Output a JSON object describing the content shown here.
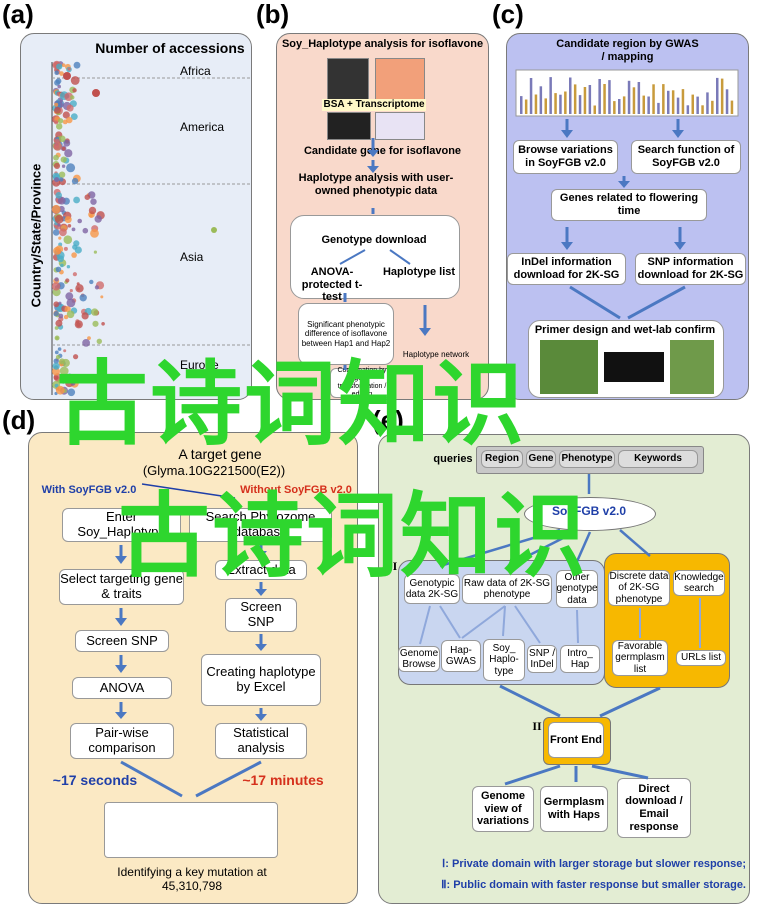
{
  "panel_labels": {
    "a": "(a)",
    "b": "(b)",
    "c": "(c)",
    "d": "(d)",
    "e": "(e)"
  },
  "panel_a": {
    "title": "Number of accessions",
    "ylabel": "Country/State/Province",
    "regions": [
      "Africa",
      "America",
      "Asia",
      "Europe"
    ]
  },
  "panel_b": {
    "title": "Soy_Haplotype analysis for isoflavone",
    "bsa": "BSA + Transcriptome",
    "candidate": "Candidate gene for isoflavone",
    "haplotype_analysis": "Haplotype analysis with user-owned phenotypic data",
    "genotype_download": "Genotype download",
    "anova": "ANOVA-protected t-test",
    "haplotype_list": "Haplotype list",
    "significant": "Significant phenotypic difference of isoflavone between Hap1 and Hap2",
    "haplotype_network": "Haplotype network",
    "confirm": "Confirmation by gene transformation / editing"
  },
  "panel_c": {
    "title": "Candidate region by GWAS / mapping",
    "browse": "Browse variations in SoyFGB v2.0",
    "search": "Search function of SoyFGB v2.0",
    "genes": "Genes related to flowering time",
    "indel": "InDel information download for 2K-SG",
    "snp": "SNP information download for 2K-SG",
    "primer": "Primer design and wet-lab confirm"
  },
  "panel_d": {
    "title": "A target gene",
    "gene": "(Glyma.10G221500(E2))",
    "left_head": "With SoyFGB v2.0",
    "right_head": "Without SoyFGB v2.0",
    "left_steps": [
      "Enter Soy_Haplotype",
      "Select targeting gene & traits",
      "Screen SNP",
      "ANOVA",
      "Pair-wise comparison"
    ],
    "right_steps": [
      "Search Phytozome database",
      "Extract data",
      "Screen SNP",
      "Creating haplotype by Excel",
      "Statistical analysis"
    ],
    "left_time": "~17 seconds",
    "right_time": "~17 minutes",
    "result": "Identifying a key mutation at 45,310,798"
  },
  "panel_e": {
    "queries": "queries",
    "query_items": [
      "Region",
      "Gene",
      "Phenotype",
      "Keywords"
    ],
    "soyfgb": "SoyFGB v2.0",
    "roman1": "I",
    "roman2": "II",
    "private_boxes": [
      "Genotypic data 2K-SG",
      "Raw data of 2K-SG phenotype",
      "Other genotype data"
    ],
    "tools": [
      "Genome Browse",
      "Hap-GWAS",
      "Soy_ Haplo-type",
      "SNP / InDel",
      "Intro_ Hap"
    ],
    "public_boxes": [
      "Discrete data of 2K-SG phenotype",
      "Knowledge search"
    ],
    "public_sub": [
      "Favorable germplasm list",
      "URLs list"
    ],
    "front_end": "Front End",
    "outputs": [
      "Genome view of variations",
      "Germplasm with Haps",
      "Direct download / Email response"
    ],
    "note1": "Ⅰ: Private domain with larger storage but slower response;",
    "note2": "Ⅱ: Public domain with faster response but smaller storage."
  },
  "watermark": "古诗词知识",
  "colors": {
    "panel_a_bg": "#e7edf7",
    "panel_b_bg": "#f9d9cb",
    "panel_c_bg": "#bcc1f1",
    "panel_d_bg": "#fbe9c4",
    "panel_e_bg": "#e3edd3",
    "arrow": "#4b78c2",
    "public_bg": "#f7b800",
    "time_left": "#1f3fa8",
    "time_right": "#d5301c",
    "watermark": "#2ed62e"
  }
}
